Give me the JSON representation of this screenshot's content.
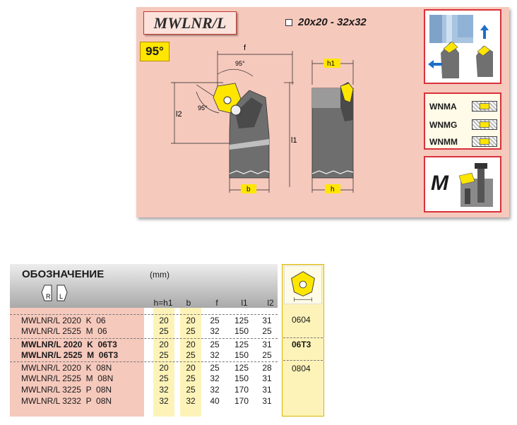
{
  "panel": {
    "model": "MWLNR/L",
    "angle": "95°",
    "size_range": "20x20 - 32x32",
    "dims": {
      "f": "f",
      "h1": "h1",
      "angle_top": "95°",
      "angle_side": "95°",
      "l2": "l2",
      "l1": "l1",
      "b": "b",
      "h": "h"
    },
    "grades": [
      "WNMA",
      "WNMG",
      "WNMM"
    ],
    "clamp_type": "M"
  },
  "table": {
    "title": "ОБОЗНАЧЕНИЕ",
    "unit": "(mm)",
    "hand_labels": {
      "right": "R",
      "left": "L"
    },
    "columns": [
      "h=h1",
      "b",
      "f",
      "l1",
      "l2"
    ],
    "rows": [
      {
        "code": "MWLNR/L 2020  K  06",
        "h": "20",
        "b": "20",
        "f": "25",
        "l1": "125",
        "l2": "31"
      },
      {
        "code": "MWLNR/L 2525  M  06",
        "h": "25",
        "b": "25",
        "f": "32",
        "l1": "150",
        "l2": "25"
      },
      {
        "code": "MWLNR/L 2020  K  06T3",
        "h": "20",
        "b": "20",
        "f": "25",
        "l1": "125",
        "l2": "31"
      },
      {
        "code": "MWLNR/L 2525  M  06T3",
        "h": "25",
        "b": "25",
        "f": "32",
        "l1": "150",
        "l2": "25"
      },
      {
        "code": "MWLNR/L 2020  K  08N",
        "h": "20",
        "b": "20",
        "f": "25",
        "l1": "125",
        "l2": "28"
      },
      {
        "code": "MWLNR/L 2525  M  08N",
        "h": "25",
        "b": "25",
        "f": "32",
        "l1": "150",
        "l2": "31"
      },
      {
        "code": "MWLNR/L 3225  P  08N",
        "h": "32",
        "b": "25",
        "f": "32",
        "l1": "170",
        "l2": "31"
      },
      {
        "code": "MWLNR/L 3232  P  08N",
        "h": "32",
        "b": "32",
        "f": "40",
        "l1": "170",
        "l2": "31"
      }
    ],
    "insert_sizes": [
      "0604",
      "06T3",
      "0804"
    ]
  },
  "colors": {
    "panel_bg": "#f6c9bd",
    "accent_red": "#d8323a",
    "yellow": "#ffe600",
    "pale_yellow": "#fdf3b8"
  }
}
